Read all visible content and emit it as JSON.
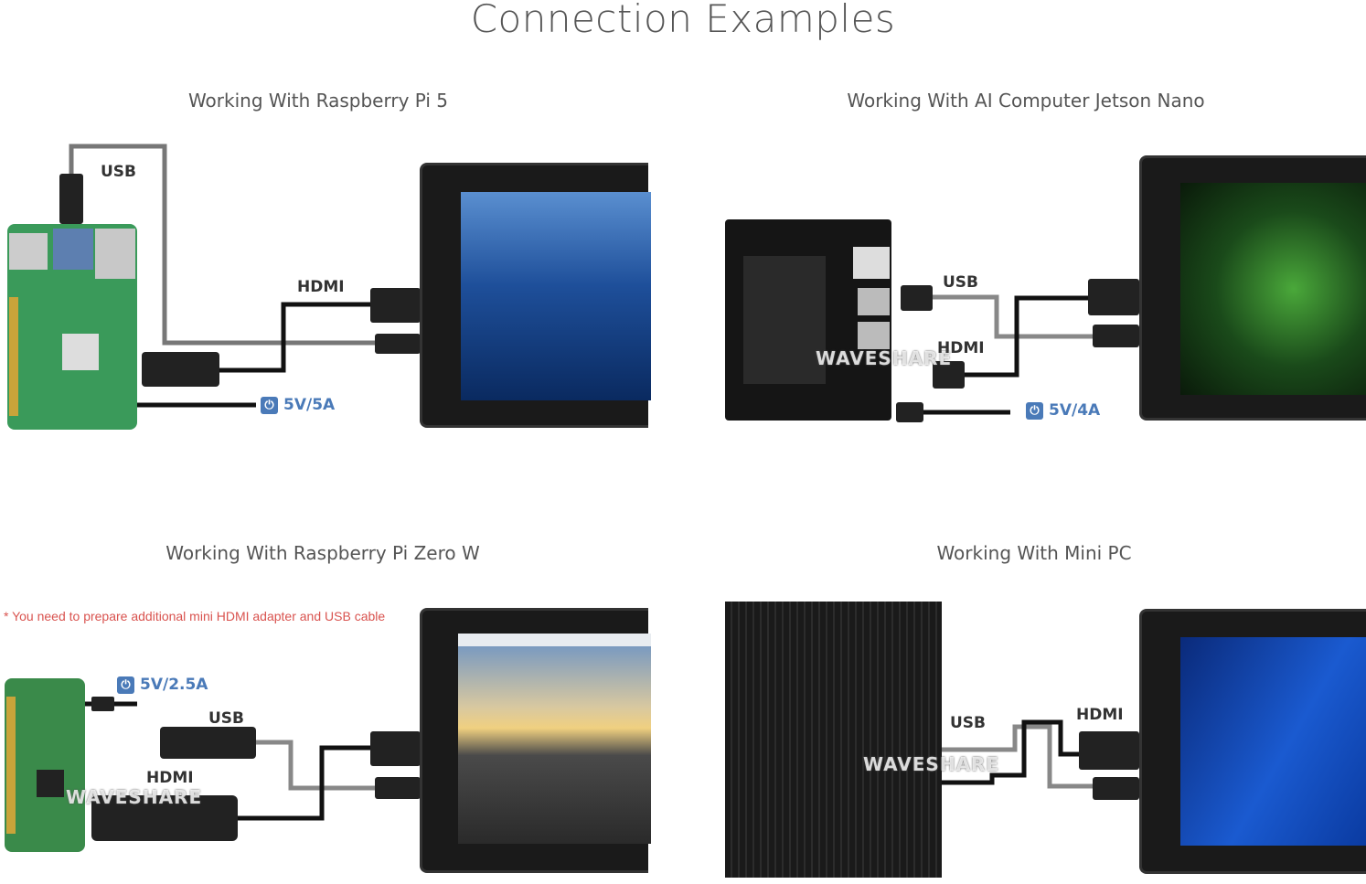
{
  "title": "Connection Examples",
  "panels": [
    {
      "title": "Working With Raspberry Pi 5",
      "labels": {
        "usb": "USB",
        "hdmi": "HDMI",
        "power": "5V/5A"
      }
    },
    {
      "title": "Working With AI Computer Jetson Nano",
      "labels": {
        "usb": "USB",
        "hdmi": "HDMI",
        "power": "5V/4A"
      },
      "watermark": "WAVESHARE"
    },
    {
      "title": "Working With Raspberry Pi Zero W",
      "note": "* You need to prepare additional mini HDMI adapter and USB cable",
      "labels": {
        "usb": "USB",
        "hdmi": "HDMI",
        "power": "5V/2.5A"
      },
      "watermark": "WAVESHARE"
    },
    {
      "title": "Working With Mini PC",
      "labels": {
        "usb": "USB",
        "hdmi": "HDMI"
      },
      "watermark": "WAVESHARE"
    }
  ],
  "icons": {
    "power": "power-icon"
  },
  "colors": {
    "power_label": "#4a7ab8",
    "note": "#d9534f",
    "title": "#555555"
  }
}
